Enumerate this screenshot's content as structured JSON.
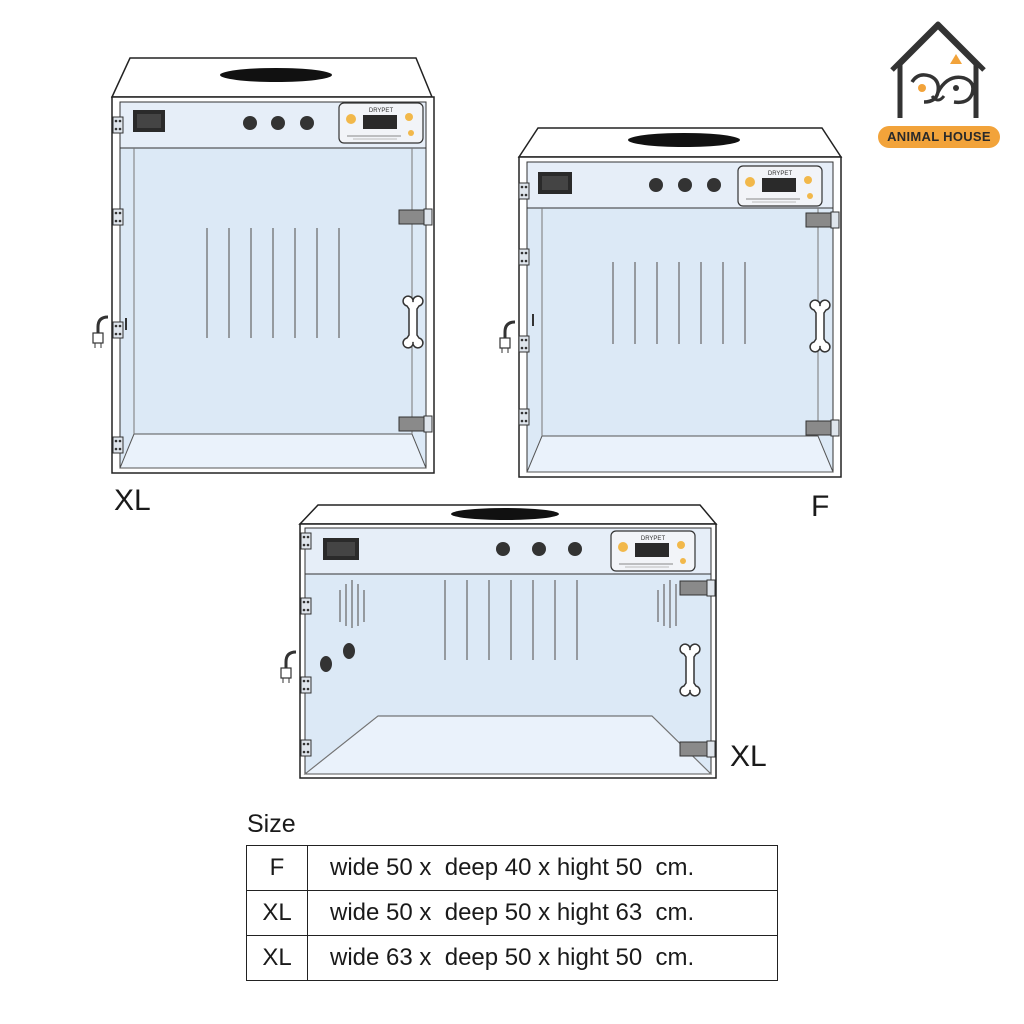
{
  "logo": {
    "badge_text": "ANIMAL HOUSE",
    "icon": "house-with-cat-and-dog-icon",
    "accent": "#f2a33a"
  },
  "cabinets": [
    {
      "label": "XL",
      "panel_brand": "DRYPET"
    },
    {
      "label": "F",
      "panel_brand": "DRYPET"
    },
    {
      "label": "XL",
      "panel_brand": "DRYPET"
    }
  ],
  "size_table": {
    "title": "Size",
    "rows": [
      {
        "code": "F",
        "dims": "wide 50 x  deep 40 x hight 50  cm."
      },
      {
        "code": "XL",
        "dims": "wide 50 x  deep 50 x hight 63  cm."
      },
      {
        "code": "XL",
        "dims": "wide 63 x  deep 50 x hight 50  cm."
      }
    ]
  },
  "colors": {
    "glass": "#dce9f6",
    "outline": "#222222",
    "panel": "#e6eef8"
  }
}
